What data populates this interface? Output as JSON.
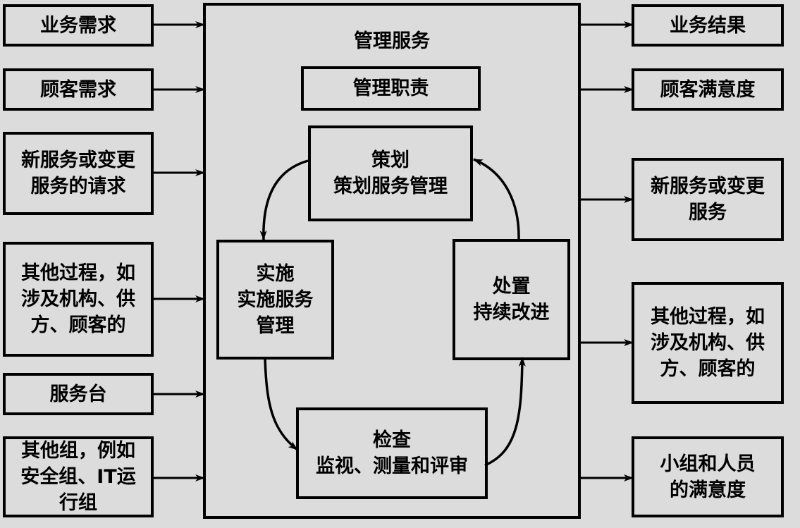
{
  "inputs": [
    {
      "lines": [
        "业务需求"
      ]
    },
    {
      "lines": [
        "顾客需求"
      ]
    },
    {
      "lines": [
        "新服务或变更",
        "服务的请求"
      ]
    },
    {
      "lines": [
        "其他过程，如",
        "涉及机构、供",
        "方、顾客的"
      ]
    },
    {
      "lines": [
        "服务台"
      ]
    },
    {
      "lines": [
        "其他组，例如",
        "安全组、IT运",
        "行组"
      ]
    }
  ],
  "center": {
    "title": "管理服务",
    "responsibility": "管理职责",
    "plan": {
      "lines": [
        "策划",
        "策划服务管理"
      ]
    },
    "do": {
      "lines": [
        "实施",
        "实施服务",
        "管理"
      ]
    },
    "check": {
      "lines": [
        "检查",
        "监视、测量和评审"
      ]
    },
    "act": {
      "lines": [
        "处置",
        "持续改进"
      ]
    }
  },
  "outputs": [
    {
      "lines": [
        "业务结果"
      ]
    },
    {
      "lines": [
        "顾客满意度"
      ]
    },
    {
      "lines": [
        "新服务或变更",
        "服务"
      ]
    },
    {
      "lines": [
        "其他过程，如",
        "涉及机构、供",
        "方、顾客的"
      ]
    },
    {
      "lines": [
        "小组和人员",
        "的满意度"
      ]
    }
  ]
}
